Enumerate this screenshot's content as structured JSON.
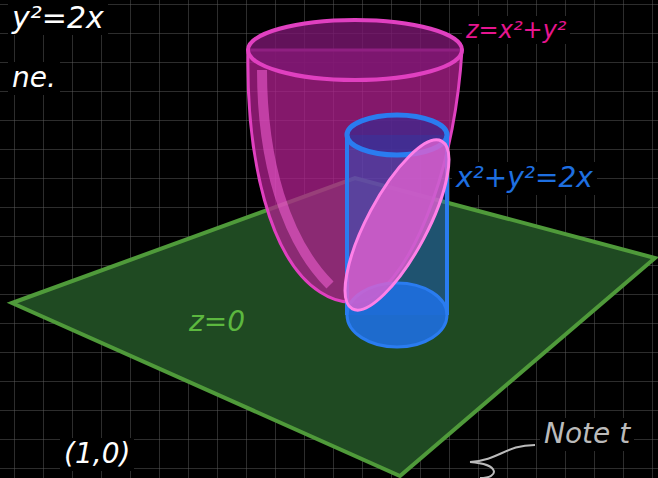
{
  "diagram": {
    "labels": [
      "y²=2x",
      "ne.",
      "z=x²+y²",
      "x²+y²=2x",
      "z=0",
      "(1,0)",
      "Note t"
    ]
  }
}
